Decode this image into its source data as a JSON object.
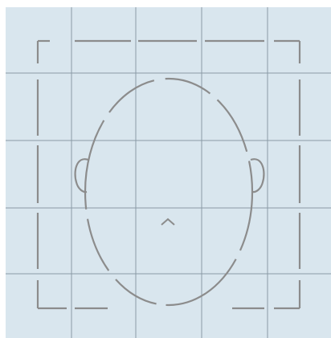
{
  "colors": {
    "background": "#d9e6ee",
    "grid_line": "#8a9aa6",
    "guide_stroke": "#8c8c8c"
  },
  "grid": {
    "columns": 5,
    "rows": 5
  },
  "guides": {
    "frame": "dashed-corner-frame",
    "face": "dashed-oval-head-outline",
    "ears": [
      "left-ear",
      "right-ear"
    ],
    "nose": "nose-caret"
  }
}
